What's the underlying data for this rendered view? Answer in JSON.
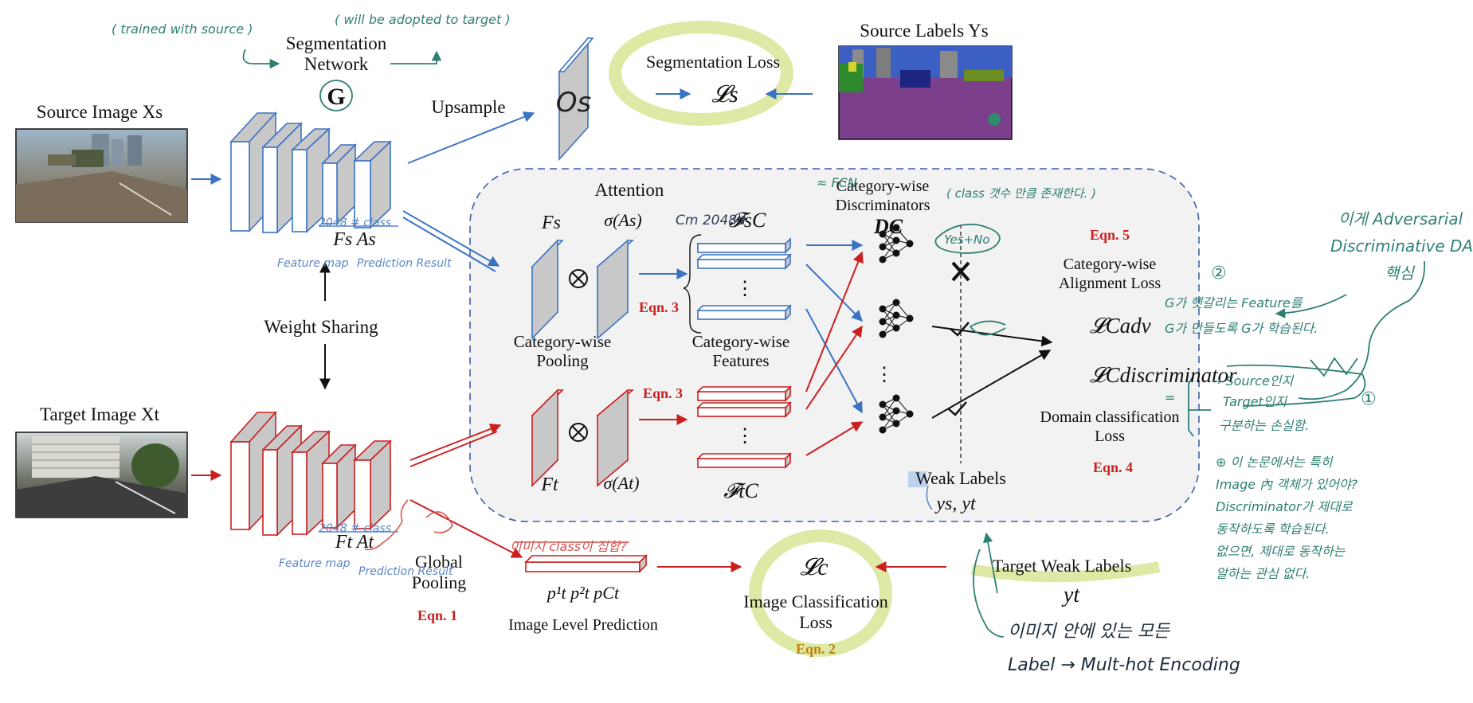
{
  "colors": {
    "blue": "#3b73c4",
    "red": "#cc1f1f",
    "teal_ink": "#2f7f73",
    "highlight": "#dfe9a6",
    "panel_fill": "#f2f2f2",
    "panel_border": "#3d5fa8"
  },
  "labels": {
    "segmentation_network": "Segmentation Network",
    "G": "G",
    "upsample": "Upsample",
    "os": "Os",
    "segmentation_loss": "Segmentation Loss",
    "Ls": "𝓛s",
    "source_labels": "Source Labels Ys",
    "source_image": "Source Image Xs",
    "target_image": "Target Image Xt",
    "weight_sharing": "Weight Sharing",
    "Fs_As": "Fs  As",
    "Ft_At": "Ft  At",
    "attention": "Attention",
    "Fs": "Fs",
    "sigma_As": "σ(As)",
    "Ft": "Ft",
    "sigma_At": "σ(At)",
    "category_wise_pooling_1": "Category-wise",
    "category_wise_pooling_2": "Pooling",
    "category_wise_features_1": "Category-wise",
    "category_wise_features_2": "Features",
    "FsC": "𝓕sC",
    "FtC": "𝓕tC",
    "eqn3_a": "Eqn. 3",
    "eqn3_b": "Eqn. 3",
    "cat_disc_1": "Category-wise",
    "cat_disc_2": "Discriminators",
    "DC": "DC",
    "eqn5": "Eqn. 5",
    "cat_align_1": "Category-wise",
    "cat_align_2": "Alignment Loss",
    "L_adv": "𝓛Cadv",
    "L_disc": "𝓛Cdiscriminator",
    "domain_cls_1": "Domain classification",
    "domain_cls_2": "Loss",
    "eqn4": "Eqn. 4",
    "weak_labels": "Weak Labels",
    "ys_yt": "ys, yt",
    "global_pooling_1": "Global",
    "global_pooling_2": "Pooling",
    "eqn1": "Eqn. 1",
    "ptC": "p¹t  p²t      pCt",
    "image_level_prediction": "Image Level Prediction",
    "Lc": "𝓛c",
    "image_cls_1": "Image Classification",
    "image_cls_2": "Loss",
    "eqn2": "Eqn. 2",
    "target_weak_labels": "Target Weak Labels",
    "yt": "yt",
    "vdots": "⋮"
  },
  "annotations": {
    "trained_with_source": "( trained with source )",
    "adapted_to_target": "( will be adopted to target )",
    "note_2048_class_top": "2048  # class",
    "feature_map_top": "Feature map",
    "prediction_result_top": "Prediction Result",
    "note_2048_class_bottom": "2048  # class",
    "feature_map_bottom": "Feature map",
    "prediction_result_bottom": "Prediction Result",
    "cm_2048d": "Cm        2048d",
    "fcn": "≈ FCN",
    "class_count_note": "( class 갯수 만큼 존재한다. )",
    "yes_no": "Yes+No",
    "image_class_question": "이미지 class이 집합?",
    "adv_note_1": "G가 헷갈리는 Feature를",
    "adv_note_2": "G가 만들도록 G가 학습된다.",
    "disc_note_eq": "=",
    "disc_note_1": "→ Source인지",
    "disc_note_2": "Target인지",
    "disc_note_3": "구분하는 손실함.",
    "adv_da_1": "이게  Adversarial",
    "adv_da_2": "Discriminative  DA의",
    "adv_da_3": "핵심",
    "circle_2": "②",
    "circle_1": "①",
    "explain_1": "⊕ 이 논문에서는 특히",
    "explain_2": "Image 內 객체가 있어야?",
    "explain_3": "Discriminator가 제대로",
    "explain_4": "동작하도록 학습된다.",
    "explain_5": "없으면, 제대로 동작하는",
    "explain_6": "알하는 관심 없다.",
    "multihot_1": "이미지  안에  있는  모든",
    "multihot_2": "Label → Mult-hot  Encoding"
  }
}
